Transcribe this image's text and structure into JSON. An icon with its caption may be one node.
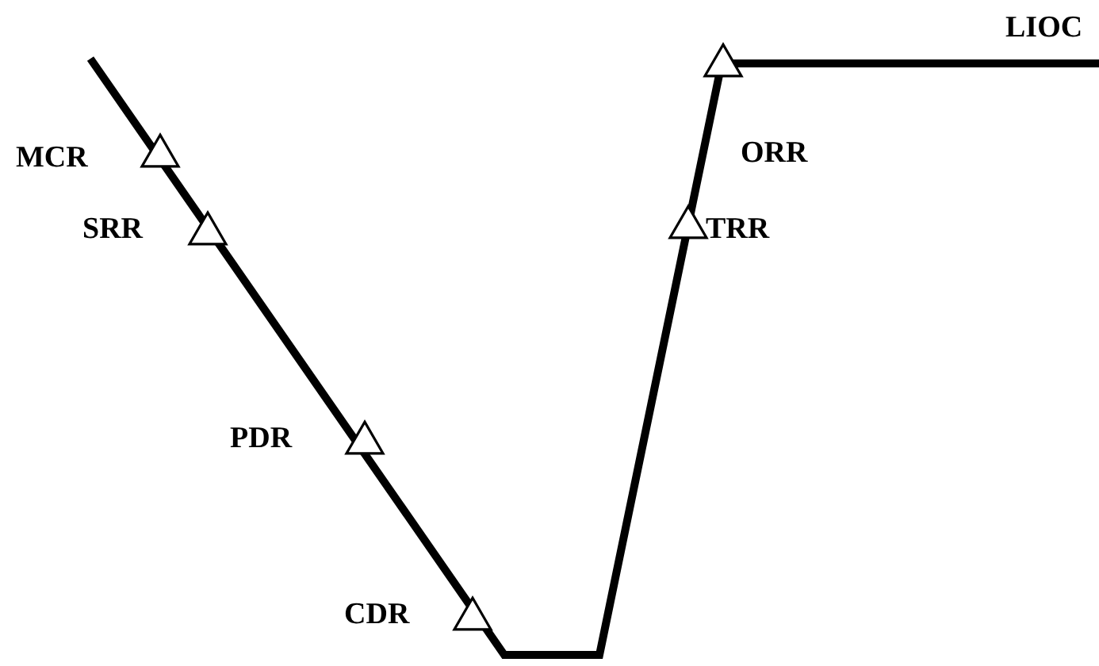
{
  "diagram": {
    "labels": [
      "LIOC",
      "MCR",
      "ORR",
      "SRR",
      "TRR",
      "PDR",
      "CDR"
    ]
  }
}
